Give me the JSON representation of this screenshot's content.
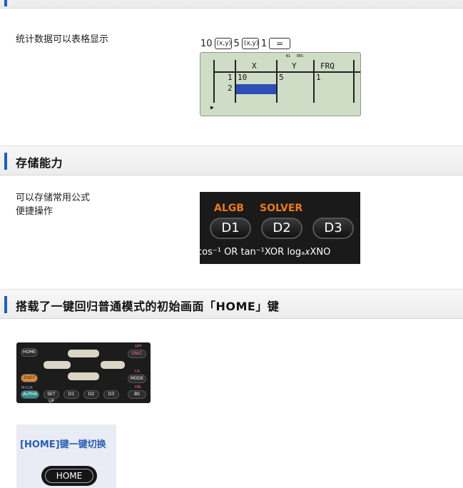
{
  "section0": {
    "title": ""
  },
  "stats": {
    "description": "统计数据可以表格显示",
    "keys": [
      "10",
      "(x,y)",
      "5",
      "(x,y)",
      "1",
      "="
    ],
    "lcd": {
      "headers": [
        "X",
        "Y",
        "FRQ"
      ],
      "tiny_tags": [
        "N1",
        "DEG"
      ],
      "rows": [
        {
          "index": "1",
          "x": "10",
          "y": "5",
          "frq": "1"
        },
        {
          "index": "2",
          "x": "",
          "y": "",
          "frq": ""
        }
      ]
    }
  },
  "storage": {
    "title": "存储能力",
    "description_line1": "可以存储常用公式",
    "description_line2": "便捷操作",
    "keypad": {
      "fn_labels": [
        "ALGB",
        "SOLVER"
      ],
      "buttons": [
        "D1",
        "D2",
        "D3"
      ],
      "sub_line": "cos⁻¹ OR  tan⁻¹XOR logₐ𝑥XNO"
    }
  },
  "home": {
    "title": "搭载了一键回归普通模式的初始画面「HOME」键",
    "keypad": {
      "home": "HOME",
      "on": "ON/C",
      "off": "OFF",
      "mode": "MODE",
      "ca": "CA",
      "second": "2nd F",
      "mclr": "M-CLR",
      "alpha": "ALPHA",
      "setup": "SET UP",
      "d1": "D1",
      "d2": "D2",
      "d3": "D3",
      "del": "DEL",
      "bs": "BS"
    },
    "caption": "[HOME]键一键切换",
    "button_label": "HOME"
  }
}
